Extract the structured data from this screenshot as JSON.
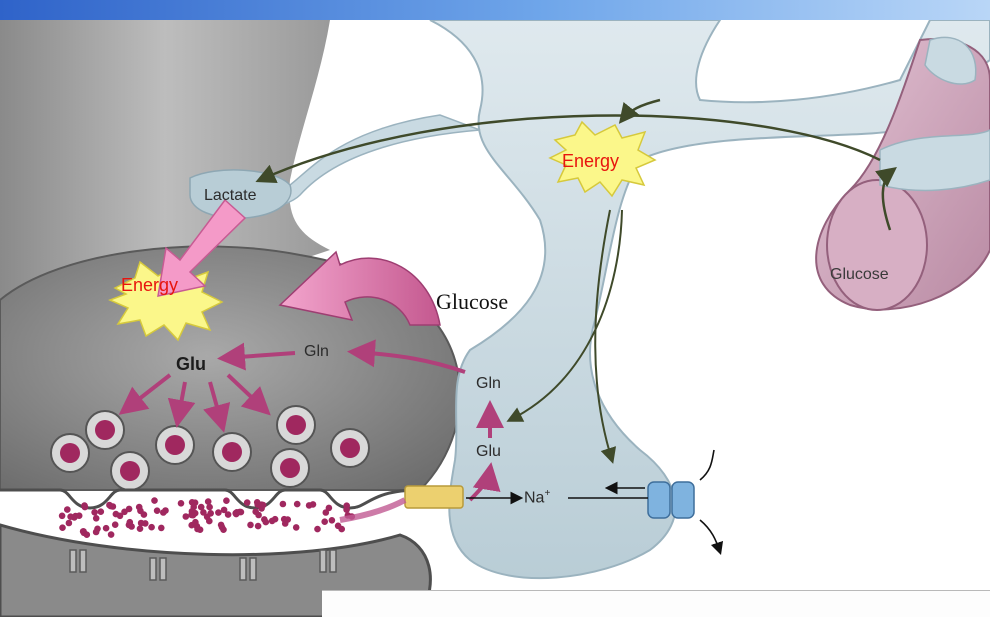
{
  "labels": {
    "lactate": "Lactate",
    "energy_neuron": "Energy",
    "energy_astrocyte": "Energy",
    "glucose_vessel": "Glucose",
    "glucose_side": "Glucose",
    "gln_neuron": "Gln",
    "glu_neuron": "Glu",
    "gln_astro": "Gln",
    "glu_astro": "Glu",
    "na": "Na",
    "na_sup": "+"
  },
  "colors": {
    "energy_text": "#e8150e",
    "arrow_pink": "#f49ac8",
    "arrow_magenta": "#b0407a",
    "astrocyte": "#c9dae2",
    "neuron": "#8e8e8e",
    "vessel": "#c79ab3",
    "burst": "#fbf78a"
  }
}
